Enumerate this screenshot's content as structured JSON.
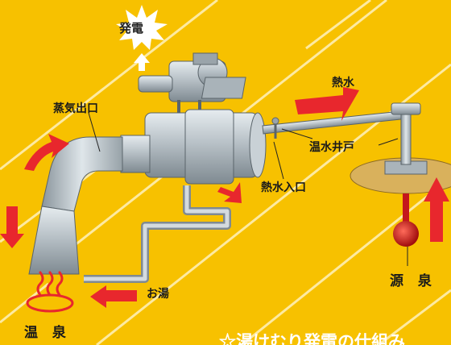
{
  "labels": {
    "generation": "発電",
    "steam_outlet": "蒸気出口",
    "hot_water": "熱水",
    "hot_water_well": "温水井戸",
    "hot_water_inlet": "熱水入口",
    "hot_bath_water": "お湯",
    "hot_spring": "温 泉",
    "source_spring": "源 泉"
  },
  "caption": "☆湯けむり発電の仕組み",
  "icons": [
    "sun-burst-icon",
    "hot-spring-icon",
    "thermometer-icon"
  ],
  "colors": {
    "background": "#f7c100",
    "arrow": "#e8272d",
    "machine": "#b9c2c8",
    "pad": "#d9b15c"
  }
}
